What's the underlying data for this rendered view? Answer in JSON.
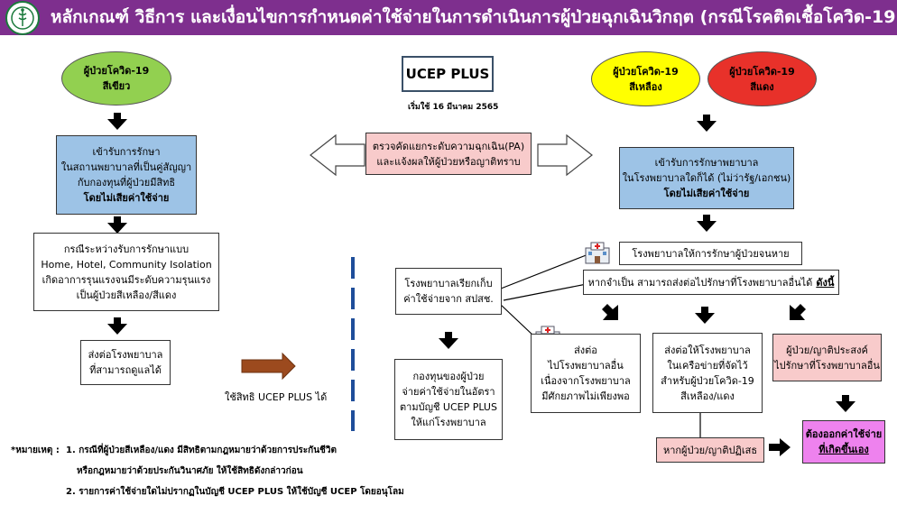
{
  "header": {
    "title": "หลักเกณฑ์ วิธีการ และเงื่อนไขการกำหนดค่าใช้จ่ายในการดำเนินการผู้ป่วยฉุกเฉินวิกฤต (กรณีโรคติดเชื้อโควิด-19)"
  },
  "ucep": {
    "label": "UCEP PLUS",
    "effective": "เริ่มใช้ 16 มีนาคม 2565"
  },
  "green": {
    "line1": "ผู้ป่วยโควิด-19",
    "line2": "สีเขียว"
  },
  "yellow": {
    "line1": "ผู้ป่วยโควิด-19",
    "line2": "สีเหลือง"
  },
  "red": {
    "line1": "ผู้ป่วยโควิด-19",
    "line2": "สีแดง"
  },
  "left_treat": {
    "line1": "เข้ารับการรักษา",
    "line2": "ในสถานพยาบาลที่เป็นคู่สัญญา",
    "line3": "กับกองทุนที่ผู้ป่วยมีสิทธิ",
    "line4": "โดยไม่เสียค่าใช้จ่าย"
  },
  "left_case": {
    "line1": "กรณีระหว่างรับการรักษาแบบ",
    "line2": "Home, Hotel, Community Isolation",
    "line3": "เกิดอาการรุนแรงจนมีระดับความรุนแรง",
    "line4": "เป็นผู้ป่วยสีเหลือง/สีแดง"
  },
  "left_refer": {
    "line1": "ส่งต่อโรงพยาบาล",
    "line2": "ที่สามารถดูแลได้"
  },
  "use_right": "ใช้สิทธิ UCEP PLUS ได้",
  "screen": {
    "line1": "ตรวจคัดแยกระดับความฉุกเฉิน(PA)",
    "line2": "และแจ้งผลให้ผู้ป่วยหรือญาติทราบ"
  },
  "right_treat": {
    "line1": "เข้ารับการรักษาพยาบาล",
    "line2": "ในโรงพยาบาลใดก็ได้ (ไม่ว่ารัฐ/เอกชน)",
    "line3": "โดยไม่เสียค่าใช้จ่าย"
  },
  "hosp_claim": {
    "line1": "โรงพยาบาลเรียกเก็บ",
    "line2": "ค่าใช้จ่ายจาก สปสช."
  },
  "fund_pay": {
    "line1": "กองทุนของผู้ป่วย",
    "line2": "จ่ายค่าใช้จ่ายในอัตรา",
    "line3": "ตามบัญชี UCEP PLUS",
    "line4": "ให้แก่โรงพยาบาล"
  },
  "hosp_treat": "โรงพยาบาลให้การรักษาผู้ป่วยจนหาย",
  "transfer": {
    "text": "หากจำเป็น สามารถส่งต่อไปรักษาที่โรงพยาบาลอื่นได้",
    "bold": "ดังนี้"
  },
  "opt1": {
    "line1": "ส่งต่อ",
    "line2": "ไปโรงพยาบาลอื่น",
    "line3": "เนื่องจากโรงพยาบาล",
    "line4": "มีศักยภาพไม่เพียงพอ"
  },
  "opt2": {
    "line1": "ส่งต่อให้โรงพยาบาล",
    "line2": "ในเครือข่ายที่จัดไว้",
    "line3": "สำหรับผู้ป่วยโควิด-19",
    "line4": "สีเหลือง/แดง"
  },
  "opt3": {
    "line1": "ผู้ป่วย/ญาติประสงค์",
    "line2": "ไปรักษาที่โรงพยาบาลอื่น"
  },
  "refuse": "หากผู้ป่วย/ญาติปฏิเสธ",
  "self_pay": {
    "line1": "ต้องออกค่าใช้จ่าย",
    "line2": "ที่เกิดขึ้นเอง"
  },
  "notes": {
    "label": "*หมายเหตุ :",
    "n1a": "1. กรณีที่ผู้ป่วยสีเหลือง/แดง มีสิทธิตามกฎหมายว่าด้วยการประกันชีวิต",
    "n1b": "หรือกฎหมายว่าด้วยประกันวินาศภัย ให้ใช้สิทธิดังกล่าวก่อน",
    "n2": "2. รายการค่าใช้จ่ายใดไม่ปรากฏในบัญชี UCEP PLUS ให้ใช้บัญชี UCEP โดยอนุโลม"
  },
  "colors": {
    "header": "#7e2f8e",
    "green": "#92d050",
    "yellow": "#ffff00",
    "red": "#e8312a",
    "blue_box": "#9dc3e6",
    "pink_box": "#f8cbcb",
    "magenta_box": "#ee82ee",
    "brown_arrow": "#9c4a1e"
  },
  "icons": [
    "moph-logo-icon",
    "hospital-icon"
  ]
}
